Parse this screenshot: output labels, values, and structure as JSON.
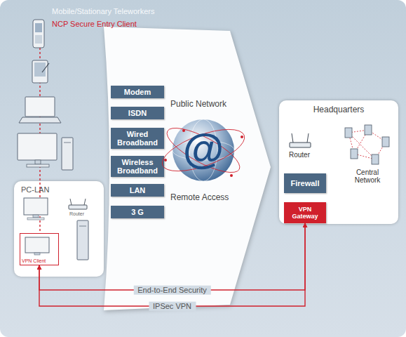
{
  "diagram": {
    "nodes": [
      {
        "text": [
          "PC-LAN"
        ]
      },
      {
        "text": [
          "VPN Client"
        ],
        "in": 0
      },
      {
        "text": [
          "Public Network",
          "Remote Access"
        ]
      },
      {
        "text": [
          "Modem"
        ]
      },
      {
        "text": [
          "ISDN"
        ]
      },
      {
        "text": [
          "Wired Broadband"
        ]
      },
      {
        "text": [
          "Wireless Broadband"
        ]
      },
      {
        "text": [
          "LAN"
        ]
      },
      {
        "text": [
          "3 G"
        ]
      },
      {
        "text": [
          "Headquarters"
        ]
      },
      {
        "text": [
          "Firewall"
        ],
        "in": 9
      },
      {
        "text": [
          "VPN Gateway"
        ],
        "in": 9
      }
    ],
    "edges": [
      {
        "from": 1,
        "to": 11,
        "arrow": "both",
        "label": "End-to-End Security"
      },
      {
        "from": 1,
        "to": 11,
        "arrow": "both",
        "label": "IPSec VPN"
      }
    ],
    "labels": [
      "Mobile/Stationary Teleworkers",
      "NCP Secure Entry Client",
      "Router",
      "Router",
      "Central Network",
      "@"
    ]
  }
}
